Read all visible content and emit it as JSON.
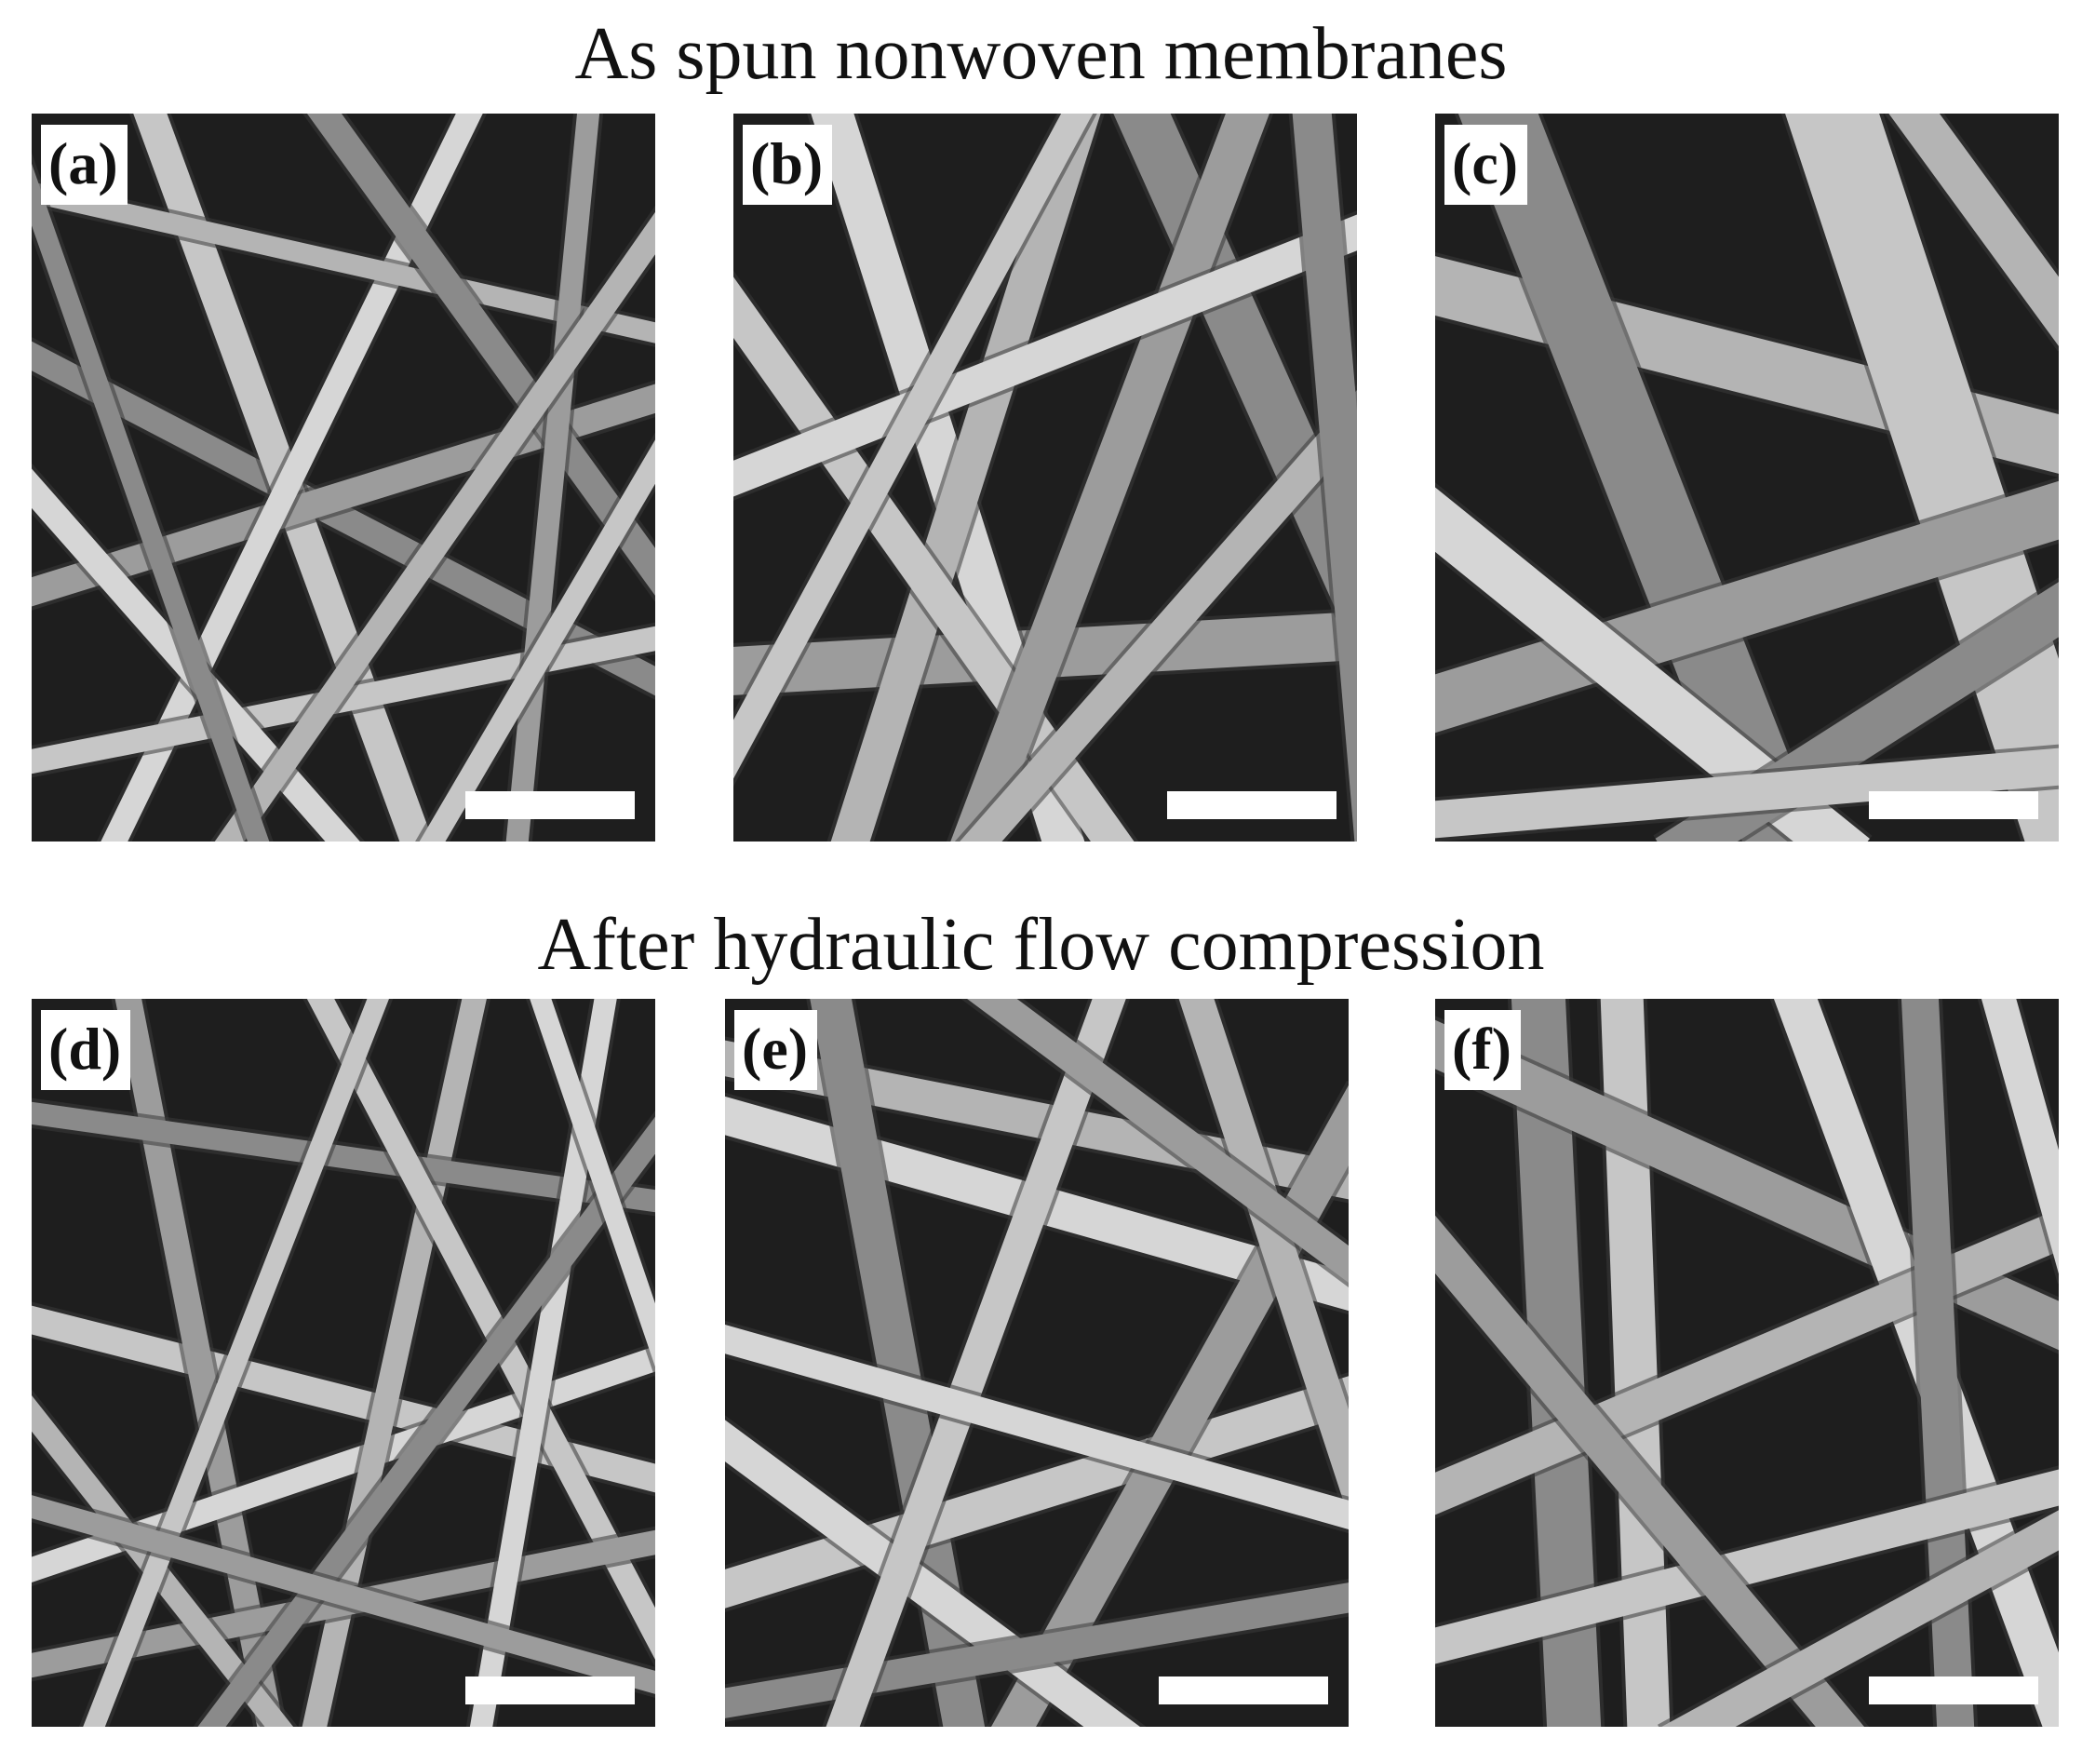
{
  "titles": {
    "top": "As spun nonwoven membranes",
    "bottom": "After hydraulic flow compression"
  },
  "panels": [
    {
      "label": "(a)",
      "style": "thin fibers, open network"
    },
    {
      "label": "(b)",
      "style": "medium fibers"
    },
    {
      "label": "(c)",
      "style": "thick fibers"
    },
    {
      "label": "(d)",
      "style": "thin fibers, compressed"
    },
    {
      "label": "(e)",
      "style": "medium fibers, compressed"
    },
    {
      "label": "(f)",
      "style": "thick fibers, compressed"
    }
  ],
  "colors": {
    "background": "#ffffff",
    "fiber": "#d6d6d6",
    "pore": "#1e1e1e",
    "label_bg": "#ffffff"
  }
}
